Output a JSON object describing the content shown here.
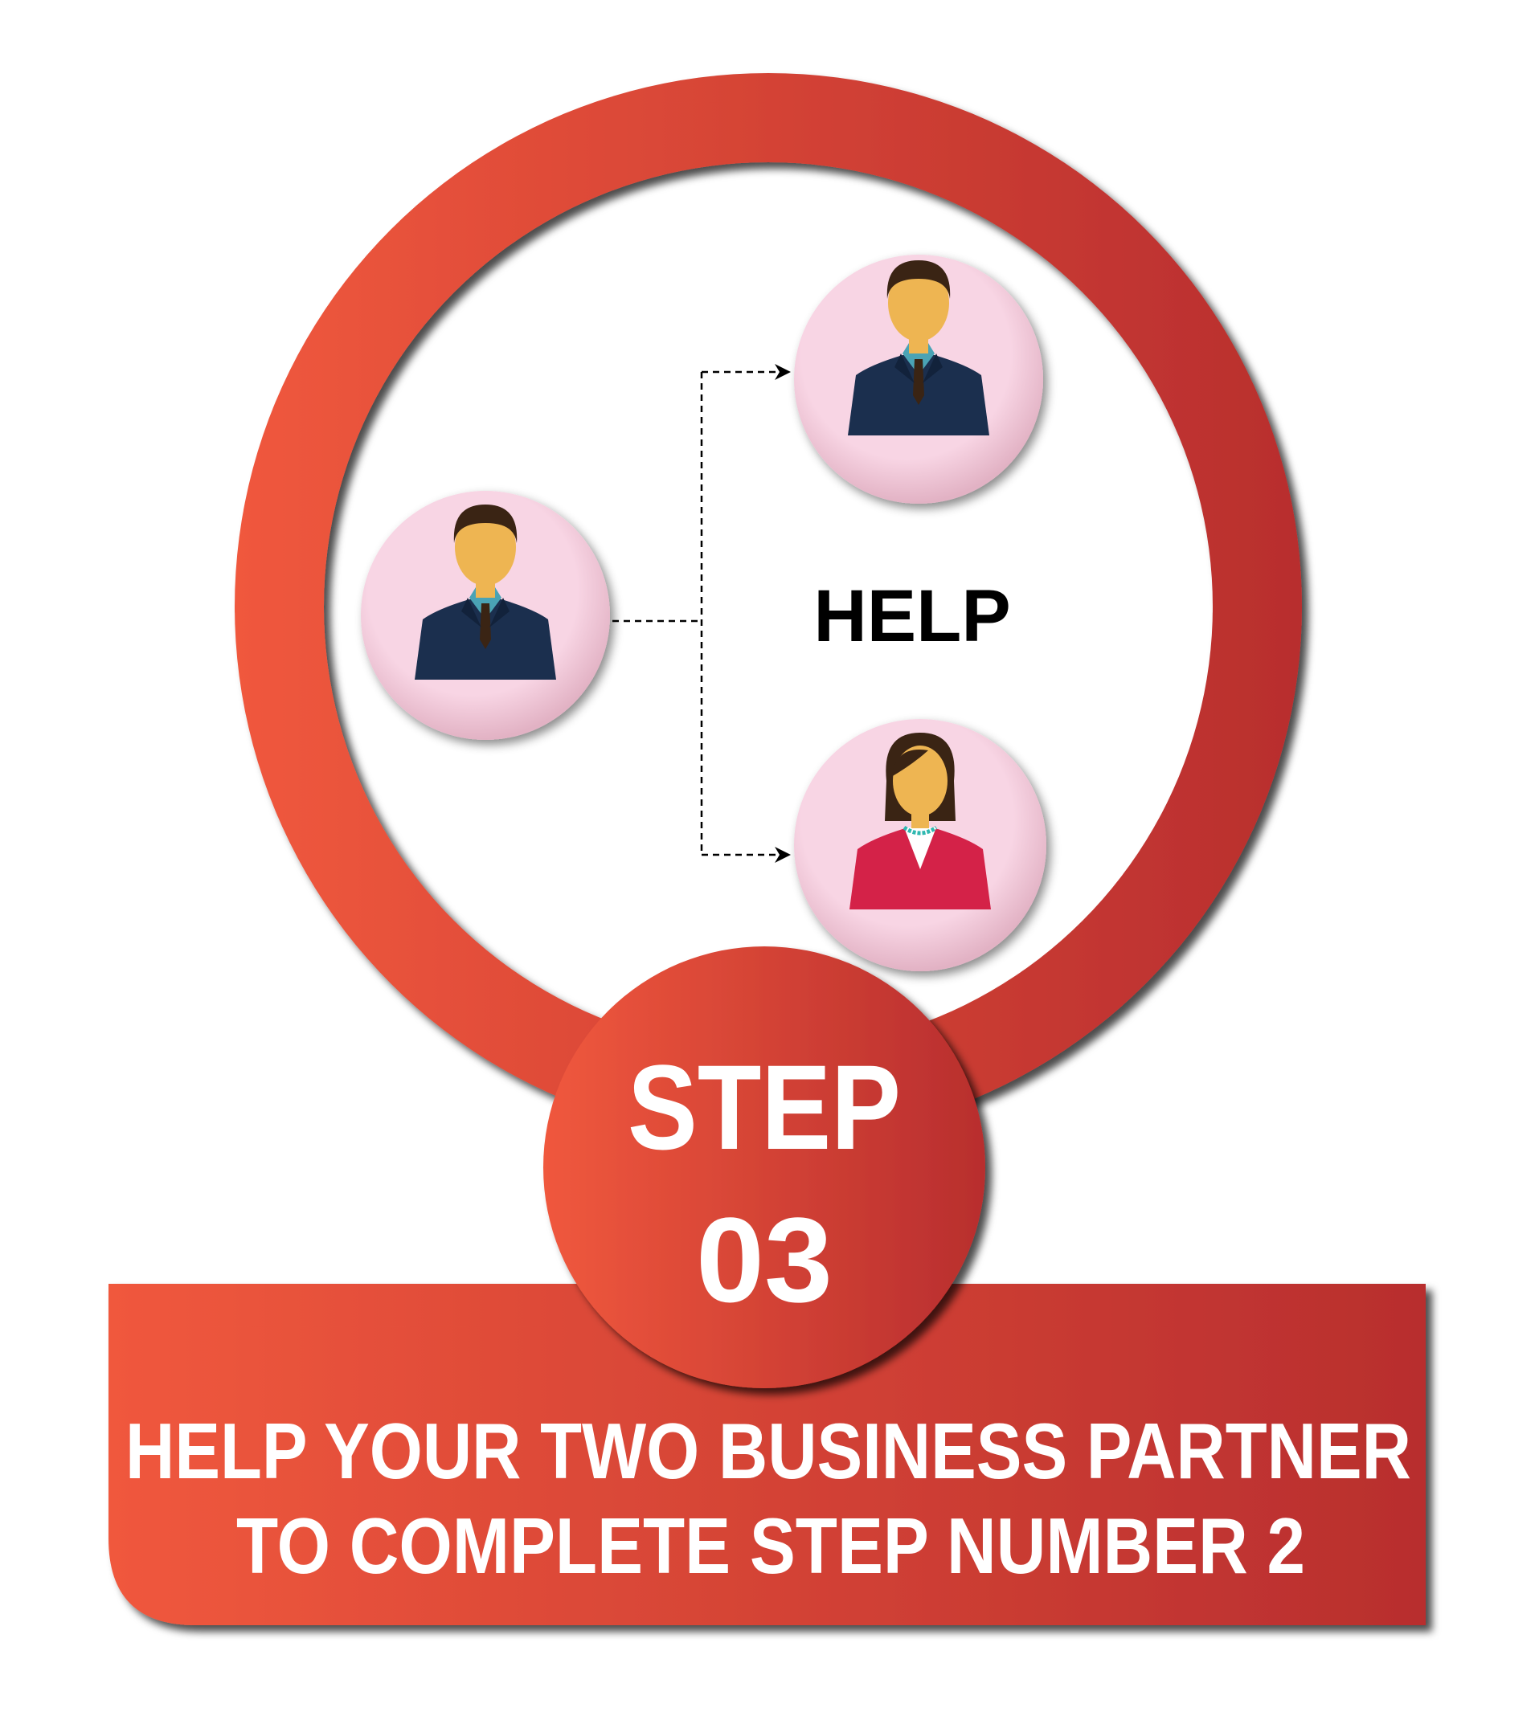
{
  "center_label": "HELP",
  "step": {
    "label": "STEP",
    "number": "03"
  },
  "banner": {
    "line1": "HELP YOUR TWO BUSINESS PARTNER",
    "line2": "TO COMPLETE STEP NUMBER 2"
  },
  "colors": {
    "red_light": "#F0583D",
    "red_dark": "#B82E2E",
    "avatar_bg": "#F7D3E3",
    "suit": "#1B2F4E",
    "skin": "#EEB552",
    "woman_jacket": "#D42248"
  },
  "icons": [
    "businessman-icon",
    "businessman-icon",
    "businesswoman-icon",
    "arrow-icon"
  ]
}
